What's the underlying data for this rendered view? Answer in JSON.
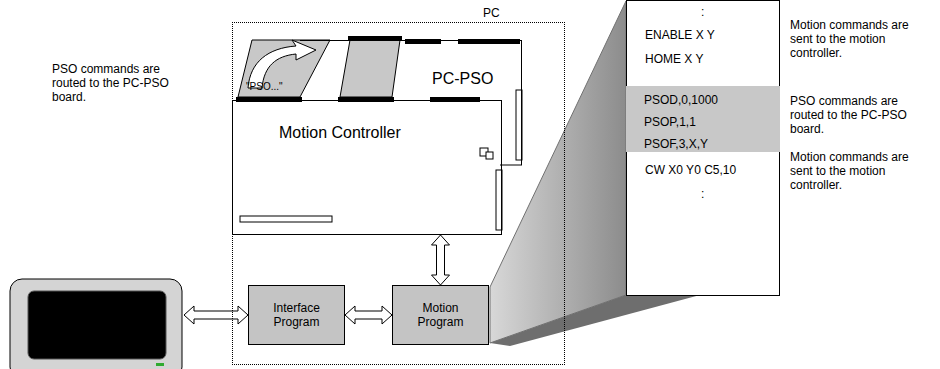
{
  "diagram": {
    "nodes": [
      {
        "text": [
          "PC"
        ]
      },
      {
        "text": [
          "PC-PSO"
        ],
        "in": 0
      },
      {
        "text": [
          "Motion Controller"
        ],
        "in": 0
      },
      {
        "text": [
          "Interface Program"
        ],
        "in": 0
      },
      {
        "text": [
          "Motion Program"
        ],
        "in": 0
      },
      {
        "text": [
          ":",
          "ENABLE X Y",
          "HOME X Y",
          "CW X0 Y0 C5,10",
          ":"
        ]
      },
      {
        "text": [
          "PSOD,0,1000",
          "PSOP,1,1",
          "PSOF,3,X,Y"
        ],
        "in": 5
      }
    ],
    "edges": [
      {
        "from": 3,
        "to": 4,
        "arrow": "both"
      },
      {
        "from": 2,
        "to": 4,
        "arrow": "both"
      }
    ],
    "labels": [
      "PSO commands are routed to the PC-PSO board.",
      "\"PSO...\"",
      "Motion commands are sent to the motion controller.",
      "PSO commands are routed to the PC-PSO board.",
      "Motion commands are sent to the motion controller."
    ]
  }
}
